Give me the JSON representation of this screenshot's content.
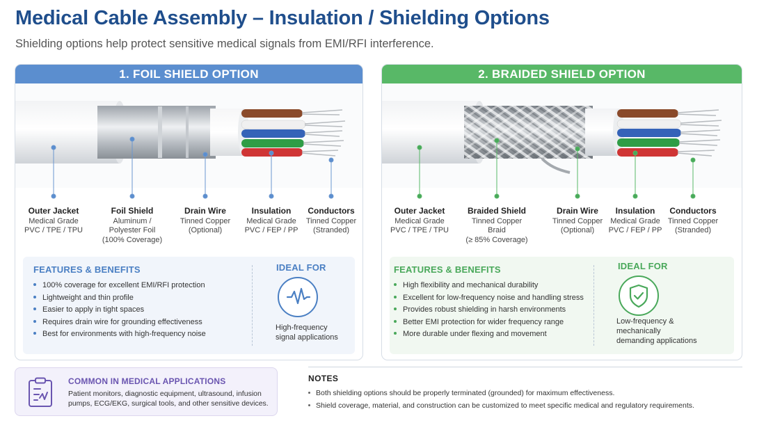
{
  "title": "Medical Cable Assembly – Insulation / Shielding Options",
  "subtitle": "Shielding options help protect sensitive medical signals from EMI/RFI interference.",
  "colors": {
    "title": "#1f4e8c",
    "blue_accent": "#5b8ecf",
    "green_accent": "#58b867",
    "purple_accent": "#6a55b0"
  },
  "foil": {
    "heading": "1. FOIL SHIELD OPTION",
    "labels": [
      {
        "name": "Outer Jacket",
        "lines": [
          "Medical Grade",
          "PVC / TPE / TPU"
        ]
      },
      {
        "name": "Foil Shield",
        "lines": [
          "Aluminum /",
          "Polyester Foil",
          "(100% Coverage)"
        ]
      },
      {
        "name": "Drain Wire",
        "lines": [
          "Tinned Copper",
          "(Optional)"
        ]
      },
      {
        "name": "Insulation",
        "lines": [
          "Medical Grade",
          "PVC / FEP / PP"
        ]
      },
      {
        "name": "Conductors",
        "lines": [
          "Tinned Copper",
          "(Stranded)"
        ]
      }
    ],
    "features_title": "FEATURES & BENEFITS",
    "features": [
      "100% coverage for excellent EMI/RFI protection",
      "Lightweight and thin profile",
      "Easier to apply in tight spaces",
      "Requires drain wire for grounding effectiveness",
      "Best for environments with high-frequency noise"
    ],
    "ideal_title": "IDEAL FOR",
    "ideal_icon": "waveform-icon",
    "ideal_lines": [
      "High-frequency",
      "signal applications"
    ]
  },
  "braid": {
    "heading": "2. BRAIDED SHIELD OPTION",
    "labels": [
      {
        "name": "Outer Jacket",
        "lines": [
          "Medical Grade",
          "PVC / TPE / TPU"
        ]
      },
      {
        "name": "Braided Shield",
        "lines": [
          "Tinned Copper",
          "Braid",
          "(≥ 85% Coverage)"
        ]
      },
      {
        "name": "Drain Wire",
        "lines": [
          "Tinned Copper",
          "(Optional)"
        ]
      },
      {
        "name": "Insulation",
        "lines": [
          "Medical Grade",
          "PVC / FEP / PP"
        ]
      },
      {
        "name": "Conductors",
        "lines": [
          "Tinned Copper",
          "(Stranded)"
        ]
      }
    ],
    "features_title": "FEATURES & BENEFITS",
    "features": [
      "High flexibility and mechanical durability",
      "Excellent for low-frequency noise and handling stress",
      "Provides robust shielding in harsh environments",
      "Better EMI protection for wider frequency range",
      "More durable under flexing and movement"
    ],
    "ideal_title": "IDEAL FOR",
    "ideal_icon": "shield-check-icon",
    "ideal_lines": [
      "Low-frequency &",
      "mechanically",
      "demanding applications"
    ]
  },
  "applications": {
    "title": "COMMON IN MEDICAL APPLICATIONS",
    "icon": "clipboard-icon",
    "text": "Patient monitors, diagnostic equipment, ultrasound, infusion pumps, ECG/EKG, surgical tools, and other sensitive devices."
  },
  "notes": {
    "title": "NOTES",
    "items": [
      "Both shielding options should be properly terminated (grounded) for maximum effectiveness.",
      "Shield coverage, material, and construction can be customized to meet specific medical and regulatory requirements."
    ]
  }
}
